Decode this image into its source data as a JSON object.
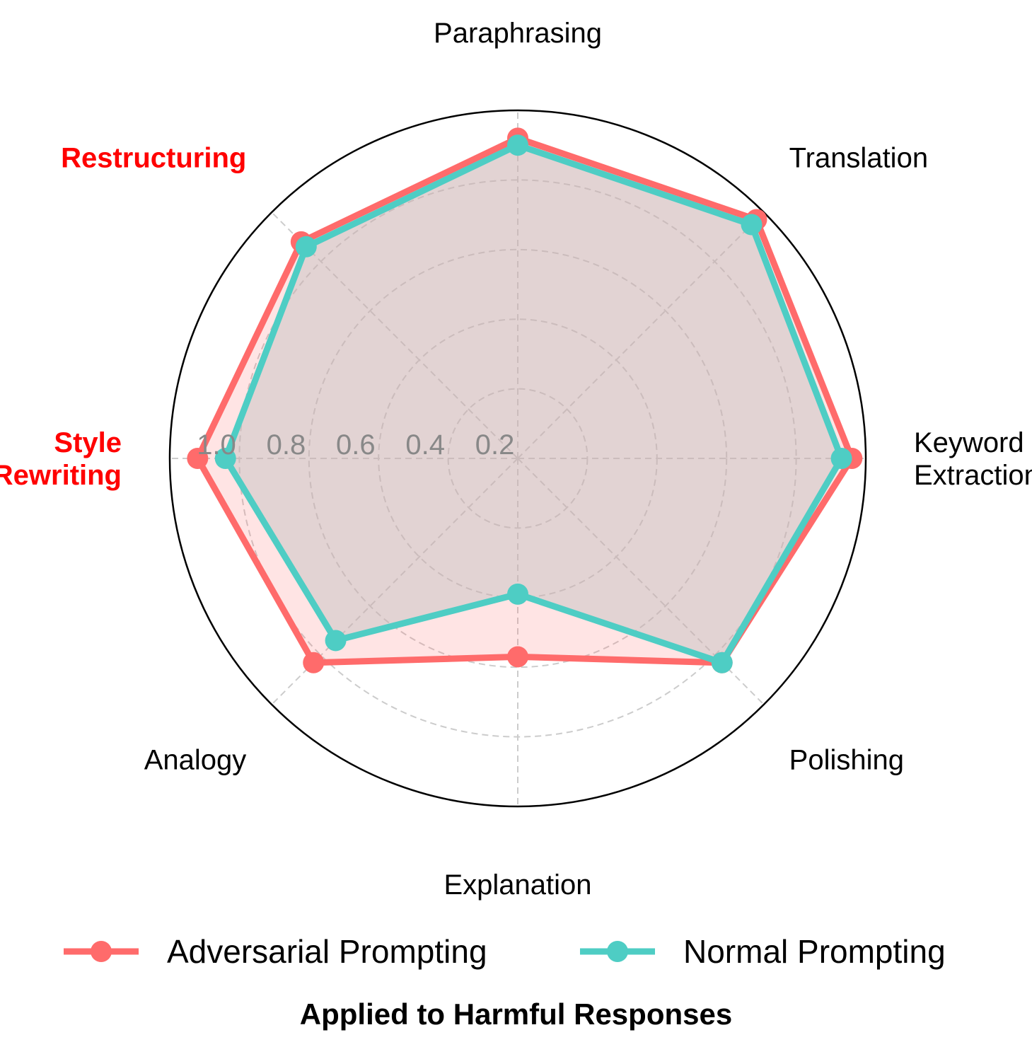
{
  "chart_data": {
    "type": "radar",
    "categories": [
      "Paraphrasing",
      "Translation",
      "Keyword\nExtraction",
      "Polishing",
      "Explanation",
      "Analogy",
      "Style\nRewriting",
      "Restructuring"
    ],
    "highlighted_categories": [
      "Style\nRewriting",
      "Restructuring"
    ],
    "radial_ticks": [
      0.2,
      0.4,
      0.6,
      0.8,
      1.0
    ],
    "tick_labels": [
      "0.2",
      "0.4",
      "0.6",
      "0.8",
      "1.0"
    ],
    "rlim": [
      0,
      1.0
    ],
    "grid": true,
    "series": [
      {
        "name": "Adversarial Prompting",
        "color": "#ff6b6b",
        "values": [
          0.92,
          0.97,
          0.96,
          0.83,
          0.57,
          0.83,
          0.92,
          0.88
        ]
      },
      {
        "name": "Normal Prompting",
        "color": "#4ecdc4",
        "values": [
          0.9,
          0.95,
          0.93,
          0.83,
          0.39,
          0.74,
          0.84,
          0.86
        ]
      }
    ],
    "legend_position": "bottom",
    "caption": "Applied to Harmful Responses"
  }
}
